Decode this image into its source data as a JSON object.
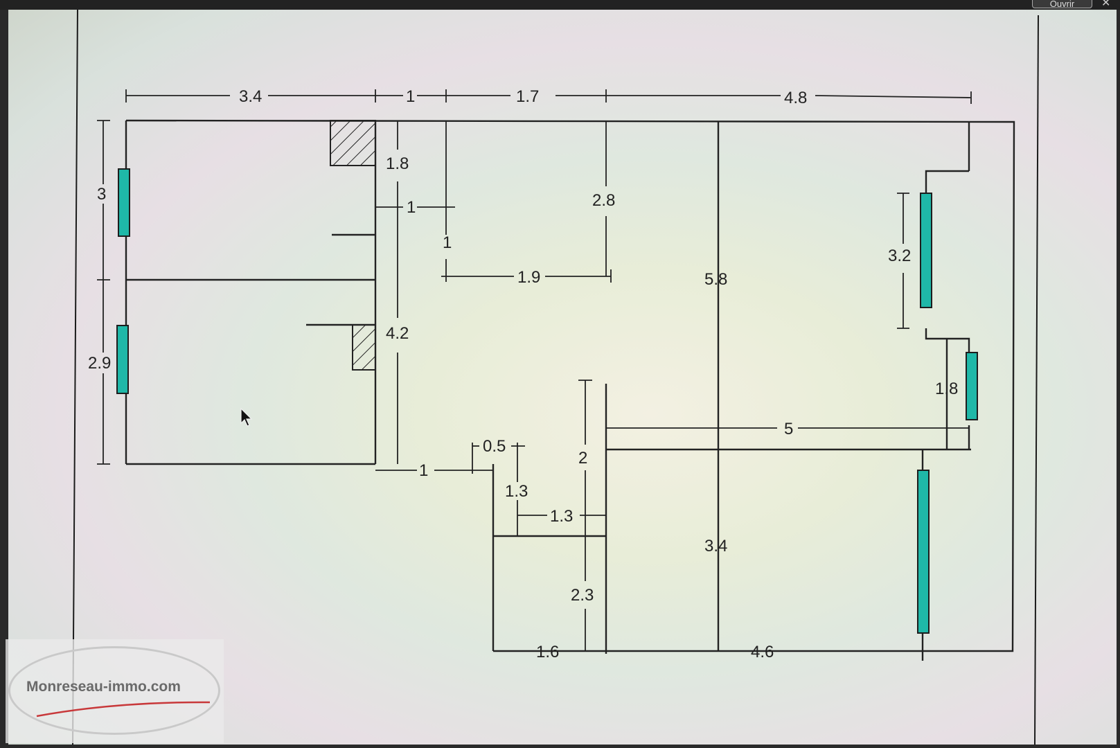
{
  "window": {
    "open_button_label": "Ouvrir",
    "close_symbol": "✕"
  },
  "watermark": {
    "text": "Monreseau-immo.com"
  },
  "floorplan": {
    "window_color": "#1fb8a8",
    "dimensions": {
      "top_3_4": "3.4",
      "top_1": "1",
      "top_1_7": "1.7",
      "top_4_8": "4.8",
      "left_3": "3",
      "left_2_9": "2.9",
      "v_1_8": "1.8",
      "h_1": "1",
      "v_1": "1",
      "v_2_8": "2.8",
      "h_1_9": "1.9",
      "v_4_2": "4.2",
      "v_5_8": "5.8",
      "right_3_2": "3.2",
      "right_1_8": "1.8",
      "h_5": "5",
      "h_0_5": "0.5",
      "h_1_bottom": "1",
      "v_2": "2",
      "v_1_3": "1.3",
      "h_1_3": "1.3",
      "v_2_3": "2.3",
      "v_3_4": "3.4",
      "bottom_1_6": "1.6",
      "bottom_4_6": "4.6"
    }
  }
}
